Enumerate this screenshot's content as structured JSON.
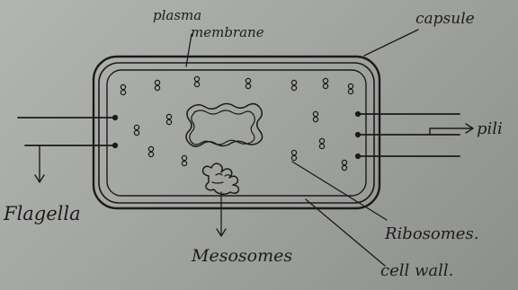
{
  "diagram": {
    "labels": {
      "plasma": "plasma",
      "membrane": "membrane",
      "capsule": "capsule",
      "pili": "pili",
      "flagella": "Flagella",
      "mesosomes": "Mesosomes",
      "ribosomes": "Ribosomes.",
      "cell_wall": "cell wall."
    },
    "colors": {
      "paper": "#a9aba8",
      "ink": "#1a1a1a"
    }
  }
}
